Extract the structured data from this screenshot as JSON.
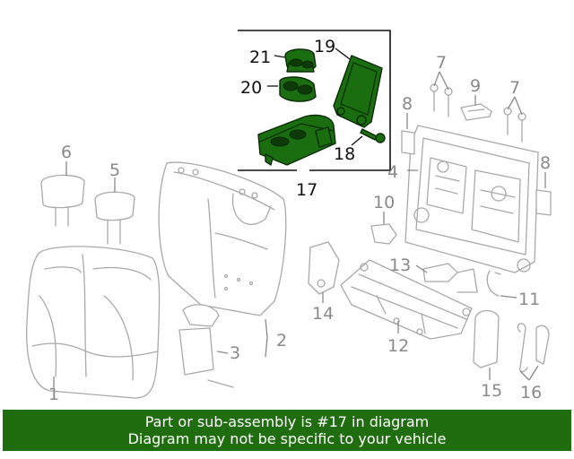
{
  "callouts": {
    "c1": "1",
    "c2": "2",
    "c3": "3",
    "c4": "4",
    "c5": "5",
    "c6": "6",
    "c7a": "7",
    "c7b": "7",
    "c8a": "8",
    "c8b": "8",
    "c9": "9",
    "c10": "10",
    "c11": "11",
    "c12": "12",
    "c13": "13",
    "c14": "14",
    "c15": "15",
    "c16": "16",
    "c17": "17",
    "c18": "18",
    "c19": "19",
    "c20": "20",
    "c21": "21"
  },
  "highlight_color": "#1a6e0f",
  "banner": {
    "line1": "Part or sub-assembly is #17 in diagram",
    "line2": "Diagram may not be specific to your vehicle",
    "background": "#1f6d0e"
  }
}
